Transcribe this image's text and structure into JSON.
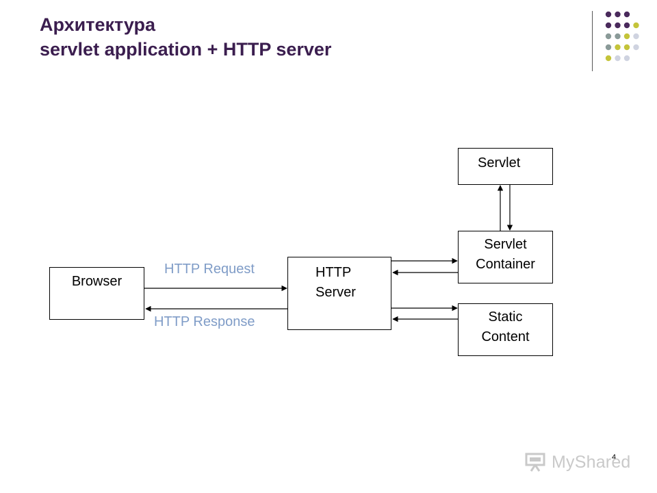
{
  "slide": {
    "title_line1": "Архитектура",
    "title_line2": "servlet application + HTTP server",
    "page_number": "4",
    "watermark": "MyShared"
  },
  "colors": {
    "title": "#3b1e4f",
    "label": "#7f9cc7",
    "dot_purple": "#4a2a5c",
    "dot_gray": "#8a9a98",
    "dot_olive": "#c4c43a",
    "dot_light": "#cfd3e0"
  },
  "diagram": {
    "browser": "Browser",
    "http_server": [
      "HTTP",
      "Server"
    ],
    "servlet": "Servlet",
    "servlet_container": [
      "Servlet",
      "Container"
    ],
    "static_content": [
      "Static",
      "Content"
    ],
    "request_label": "HTTP Request",
    "response_label": "HTTP Response"
  }
}
